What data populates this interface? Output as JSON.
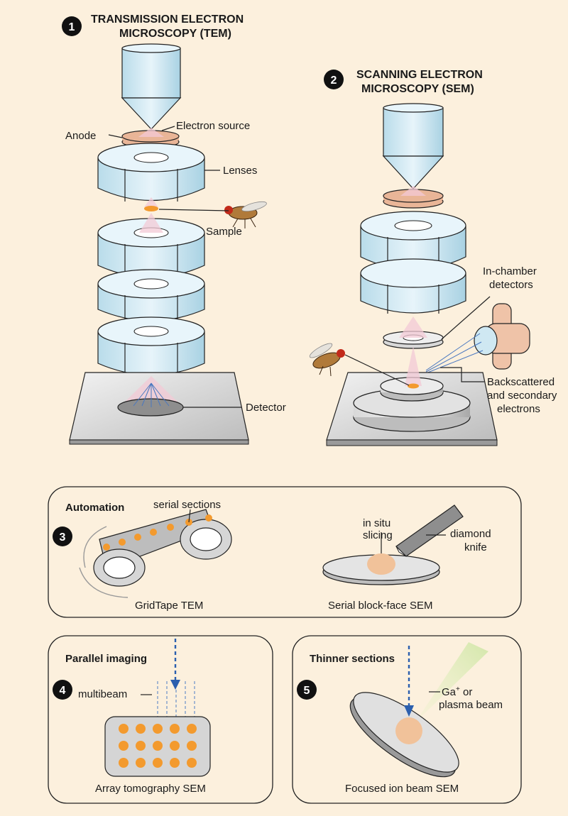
{
  "tem": {
    "badge": "1",
    "title_line1": "TRANSMISSION ELECTRON",
    "title_line2": "MICROSCOPY (TEM)",
    "labels": {
      "anode": "Anode",
      "electron_source": "Electron source",
      "lenses": "Lenses",
      "sample": "Sample",
      "detector": "Detector"
    }
  },
  "sem": {
    "badge": "2",
    "title_line1": "SCANNING ELECTRON",
    "title_line2": "MICROSCOPY (SEM)",
    "labels": {
      "in_chamber_1": "In-chamber",
      "in_chamber_2": "detectors",
      "backscattered_1": "Backscattered",
      "backscattered_2": "and secondary",
      "backscattered_3": "electrons"
    }
  },
  "automation": {
    "badge": "3",
    "header": "Automation",
    "serial_sections": "serial sections",
    "in_situ_1": "in situ",
    "in_situ_2": "slicing",
    "diamond_1": "diamond",
    "diamond_2": "knife",
    "gridtape": "GridTape TEM",
    "sbf": "Serial block-face SEM"
  },
  "parallel": {
    "badge": "4",
    "header": "Parallel imaging",
    "multibeam": "multibeam",
    "caption": "Array tomography SEM"
  },
  "thinner": {
    "badge": "5",
    "header": "Thinner sections",
    "ga_1": "Ga",
    "ga_sup": "+",
    "ga_rest": " or",
    "ga_2": "plasma beam",
    "caption": "Focused ion beam SEM"
  },
  "colors": {
    "background": "#fcf0dd",
    "lens": "#cfe8f2",
    "anode": "#e9b597",
    "beam": "#f3c9d6",
    "arrow": "#4a78c0",
    "sample": "#f39a2e"
  }
}
